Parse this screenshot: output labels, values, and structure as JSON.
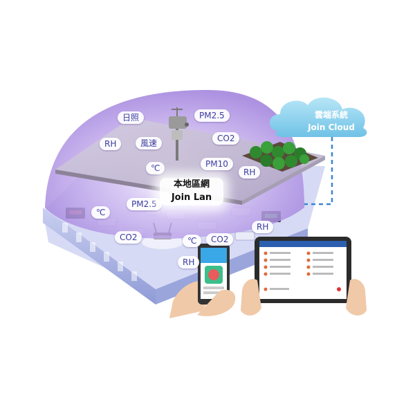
{
  "lan": {
    "zh": "本地區網",
    "en": "Join Lan"
  },
  "cloud": {
    "zh": "雲端系統",
    "en": "Join Cloud"
  },
  "tags": {
    "rizhao": "日照",
    "pm25_top": "PM2.5",
    "rh_left": "RH",
    "wind": "風速",
    "co2_top": "CO2",
    "celsius_mid": "℃",
    "pm10": "PM10",
    "rh_right": "RH",
    "pm25_floor": "PM2.5",
    "celsius_left": "℃",
    "co2_floor": "CO2",
    "celsius_floor": "℃",
    "co2_right": "CO2",
    "rh_floor_right": "RH",
    "rh_floor": "RH"
  },
  "colors": {
    "dome": "#b79be6",
    "roof": "#c9c3d3",
    "building": "#b6bde0",
    "cloud": "#8fd3ef",
    "link": "#3c84d4"
  }
}
